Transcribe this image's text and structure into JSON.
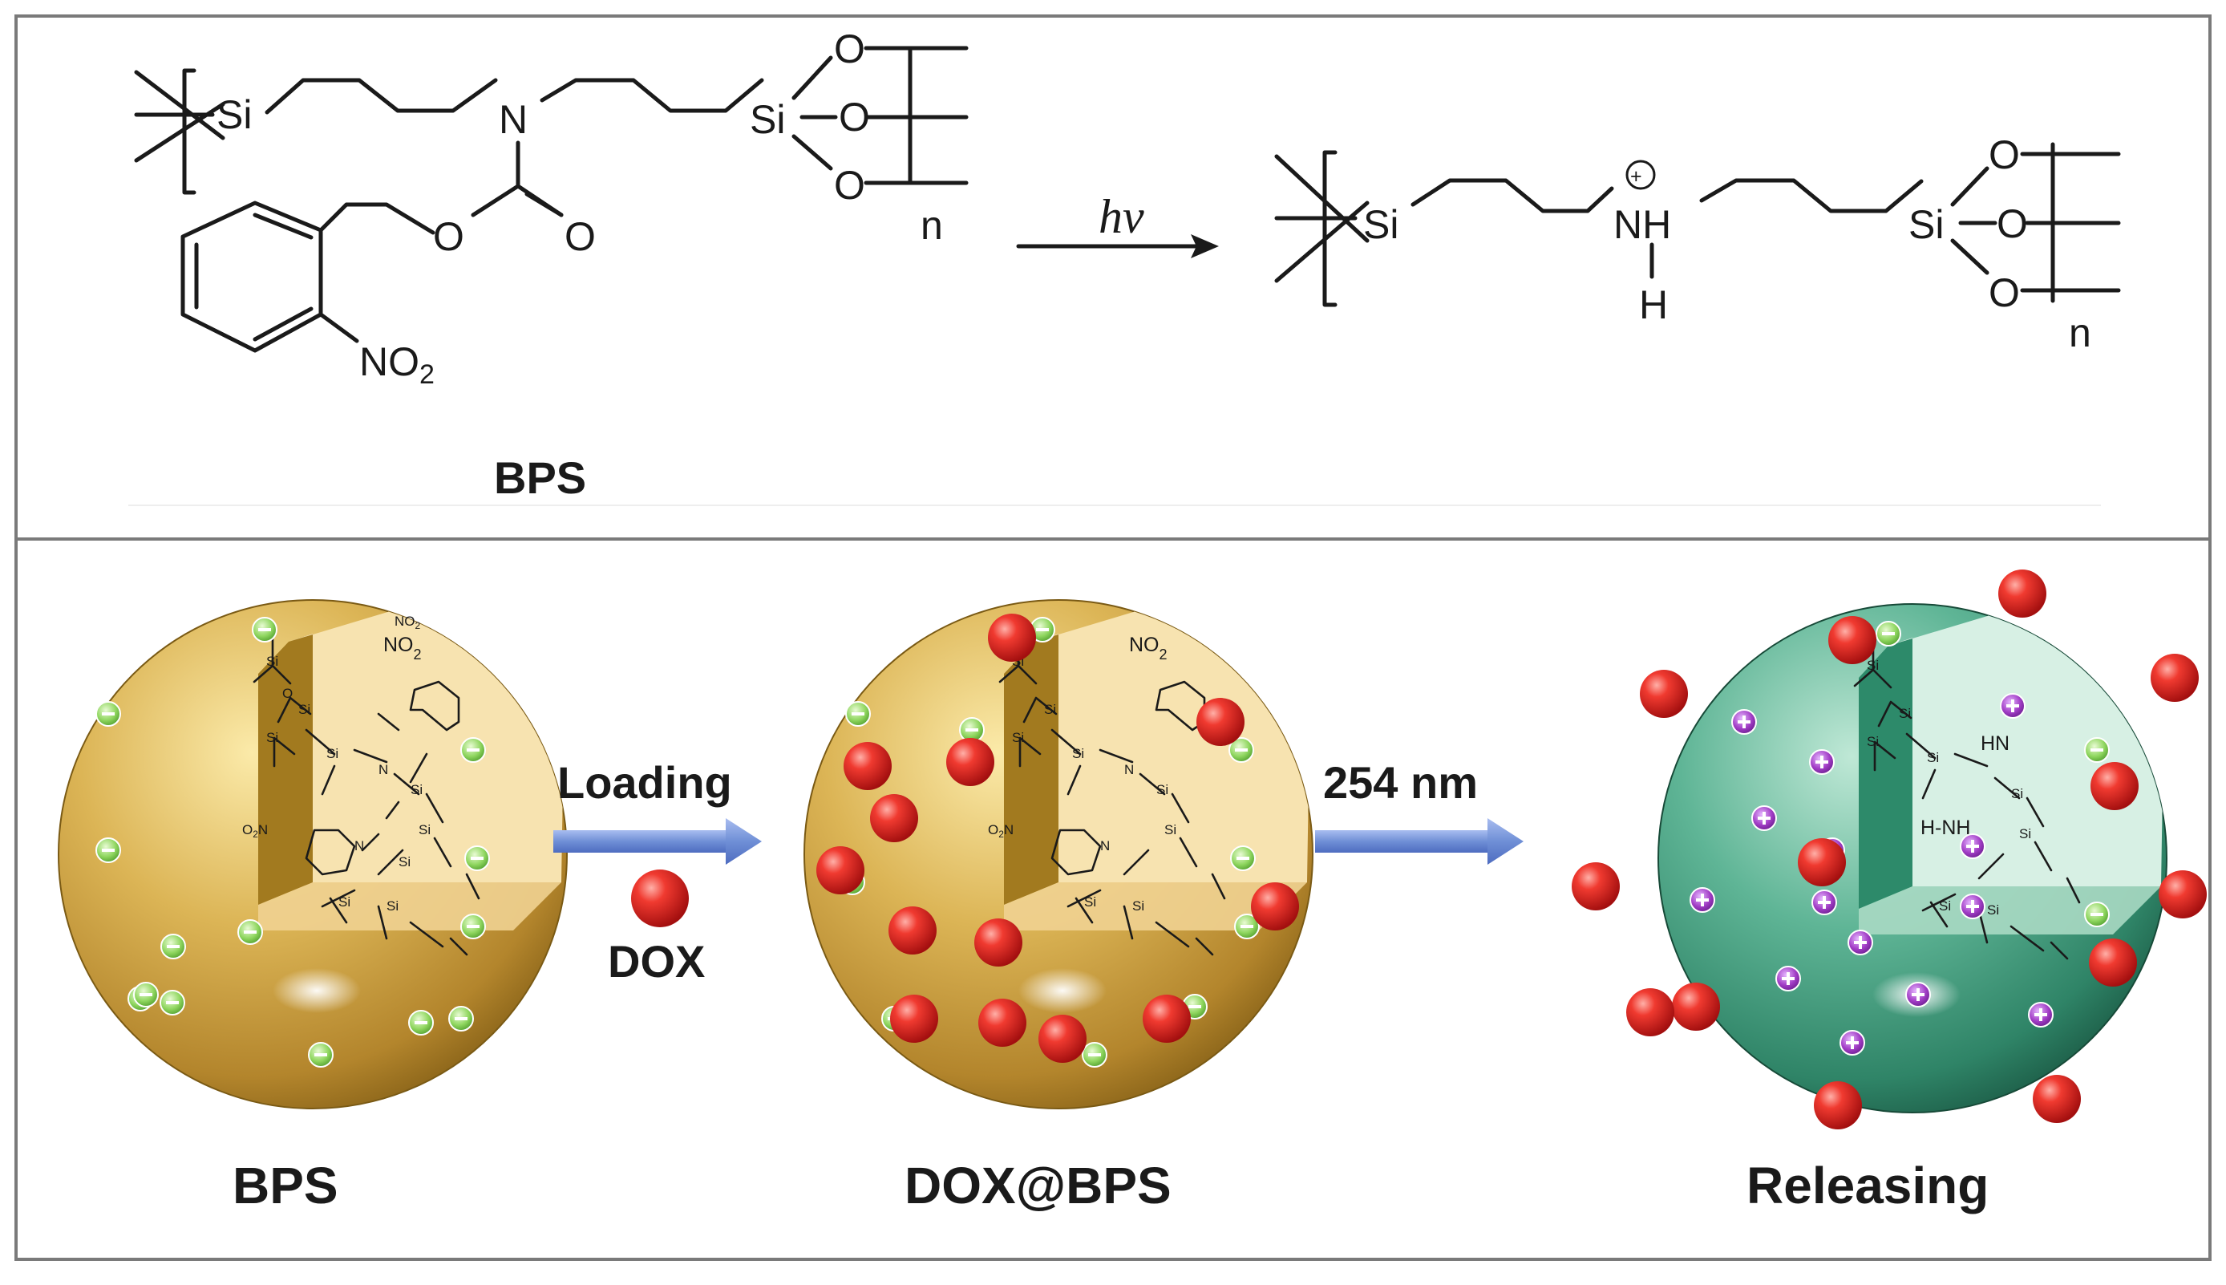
{
  "top_panel": {
    "reactant": {
      "atoms": {
        "si_left": "Si",
        "nitrogen": "N",
        "si_right": "Si",
        "oxygen_1": "O",
        "oxygen_2": "O",
        "oxygen_3": "O",
        "carbamate_o_single": "O",
        "carbamate_o_double": "O",
        "nitro_group": "NO2"
      },
      "repeat_index": "n",
      "label": "BPS"
    },
    "arrow_label": "hv",
    "product": {
      "atoms": {
        "si_left": "Si",
        "ammonium": "NH",
        "charge": "+",
        "hydrogen": "H",
        "si_right": "Si",
        "oxygen_1": "O",
        "oxygen_2": "O",
        "oxygen_3": "O"
      },
      "repeat_index": "n"
    }
  },
  "bottom_panel": {
    "stages": [
      {
        "label": "BPS"
      },
      {
        "label": "DOX@BPS"
      },
      {
        "label": "Releasing"
      }
    ],
    "step1_label": "Loading",
    "step1_reagent": "DOX",
    "step2_label": "254 nm",
    "inset_labels": {
      "nitro": "NO2",
      "amine_1": "HN",
      "amine_2": "H-NH"
    }
  },
  "colors": {
    "frame": "#7a7a7a",
    "gold_sphere": "#d2a84a",
    "green_sphere": "#3f9a7e",
    "dox_particle": "#e53333",
    "negative_charge": "#7ec850",
    "positive_charge": "#a23ec6",
    "arrow_blue": "#6f8fd6"
  }
}
